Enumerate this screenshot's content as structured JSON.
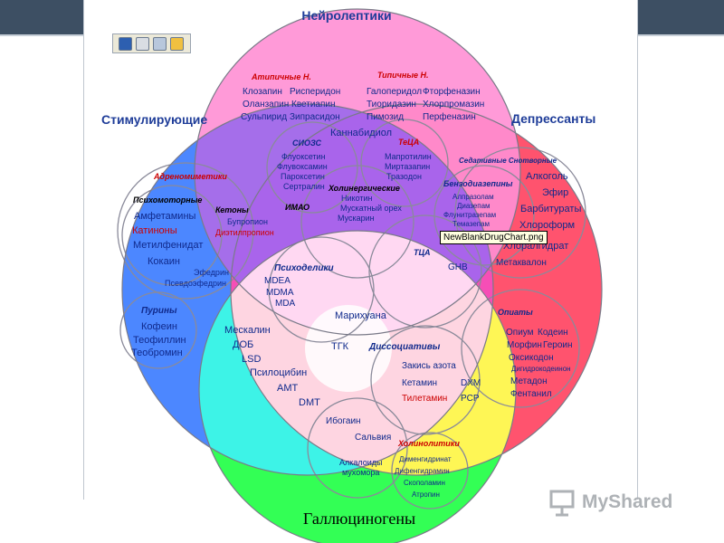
{
  "groups": {
    "neuroleptics": "Нейролептики",
    "stimulants": "Стимулирующие",
    "depressants": "Депрессанты",
    "atypical": "Атипичные Н.",
    "typical": "Типичные Н.",
    "ssri": "СИОЗС",
    "tetca": "ТеЦА",
    "sedatives": "Седативные Снотворные",
    "benzo": "Бензодиазепины",
    "adreno": "Адреномиметики",
    "psychomotor": "Психомоторные",
    "ketones": "Кетоны",
    "maoi": "ИМАО",
    "cholinergic": "Холинергические",
    "tca": "ТЦА",
    "psychedelics": "Психоделики",
    "purines": "Пурины",
    "opiates": "Опиаты",
    "dissociatives": "Диссоциативы",
    "cholinolytics": "Холинолитики"
  },
  "drugs": {
    "atypical": [
      "Клозапин",
      "Рисперидон",
      "Оланзапин",
      "Кветиапин",
      "Сульпирид",
      "Зипрасидон"
    ],
    "typical": [
      "Галоперидол",
      "Фторфеназин",
      "Тиоридазин",
      "Хлорпромазин",
      "Пимозид",
      "Перфеназин"
    ],
    "cannabidiol": "Каннабидиол",
    "ssri": [
      "Флуоксетин",
      "Флувоксамин",
      "Пароксетин",
      "Сертралин"
    ],
    "tetca": [
      "Мапротилин",
      "Миртазапин",
      "Тразодон"
    ],
    "sedatives": [
      "Алкоголь",
      "Эфир",
      "Барбитураты",
      "Хлороформ",
      "Хлоралгидрат"
    ],
    "benzo": [
      "Алпразолам",
      "Диазепам",
      "Флунитразепам",
      "Темазепам"
    ],
    "psychomotor": [
      "Амфетамины",
      "Катиноны",
      "Метилфенидат",
      "Кокаин"
    ],
    "ketones": [
      "Бупропион",
      "Диэтилпропион"
    ],
    "cholinergic": [
      "Никотин",
      "Мускатный орех",
      "Мускарин"
    ],
    "stim_misc": [
      "Эфедрин",
      "Псевдоэфедрин"
    ],
    "ghb": "GHB",
    "methaqualone": "Метаквалон",
    "psychedelics": [
      "MDEA",
      "MDMA",
      "MDA"
    ],
    "marijuana": "Марихуана",
    "purines": [
      "Кофеин",
      "Теофиллин",
      "Теобромин"
    ],
    "hallucinogens": [
      "Мескалин",
      "ДОБ",
      "LSD",
      "Псилоцибин",
      "АМТ",
      "DMT"
    ],
    "thc": "ТГК",
    "opiates": [
      "Опиум",
      "Кодеин",
      "Морфин",
      "Героин",
      "Оксикодон",
      "Дигидрокодеинон",
      "Метадон",
      "Фентанил"
    ],
    "dissociatives": [
      "Закись азота",
      "Кетамин",
      "DXM",
      "Тилетамин",
      "PCP"
    ],
    "deliriants": [
      "Ибогаин",
      "Сальвия",
      "Алкалоиды",
      "мухомора"
    ],
    "cholinolytics": [
      "Дименгидринат",
      "Дифенгидрамин",
      "Скополамин",
      "Атропин"
    ]
  },
  "tooltip": "NewBlankDrugChart.png",
  "caption": "Галлюциногены",
  "watermark": "MyShared",
  "colors": {
    "neuroleptics": "#ff6ec7",
    "stimulants": "#2f6fff",
    "depressants": "#ff2340",
    "hallucinogens": "#00ff66",
    "psychedelics": "#00ffff",
    "dissociatives": "#ffff00",
    "red_text": "#cc0000",
    "blue_text": "#102a8c",
    "group_label": "#1f3d99"
  },
  "icons": [
    "save-icon",
    "print-icon",
    "email-icon",
    "folder-icon"
  ]
}
